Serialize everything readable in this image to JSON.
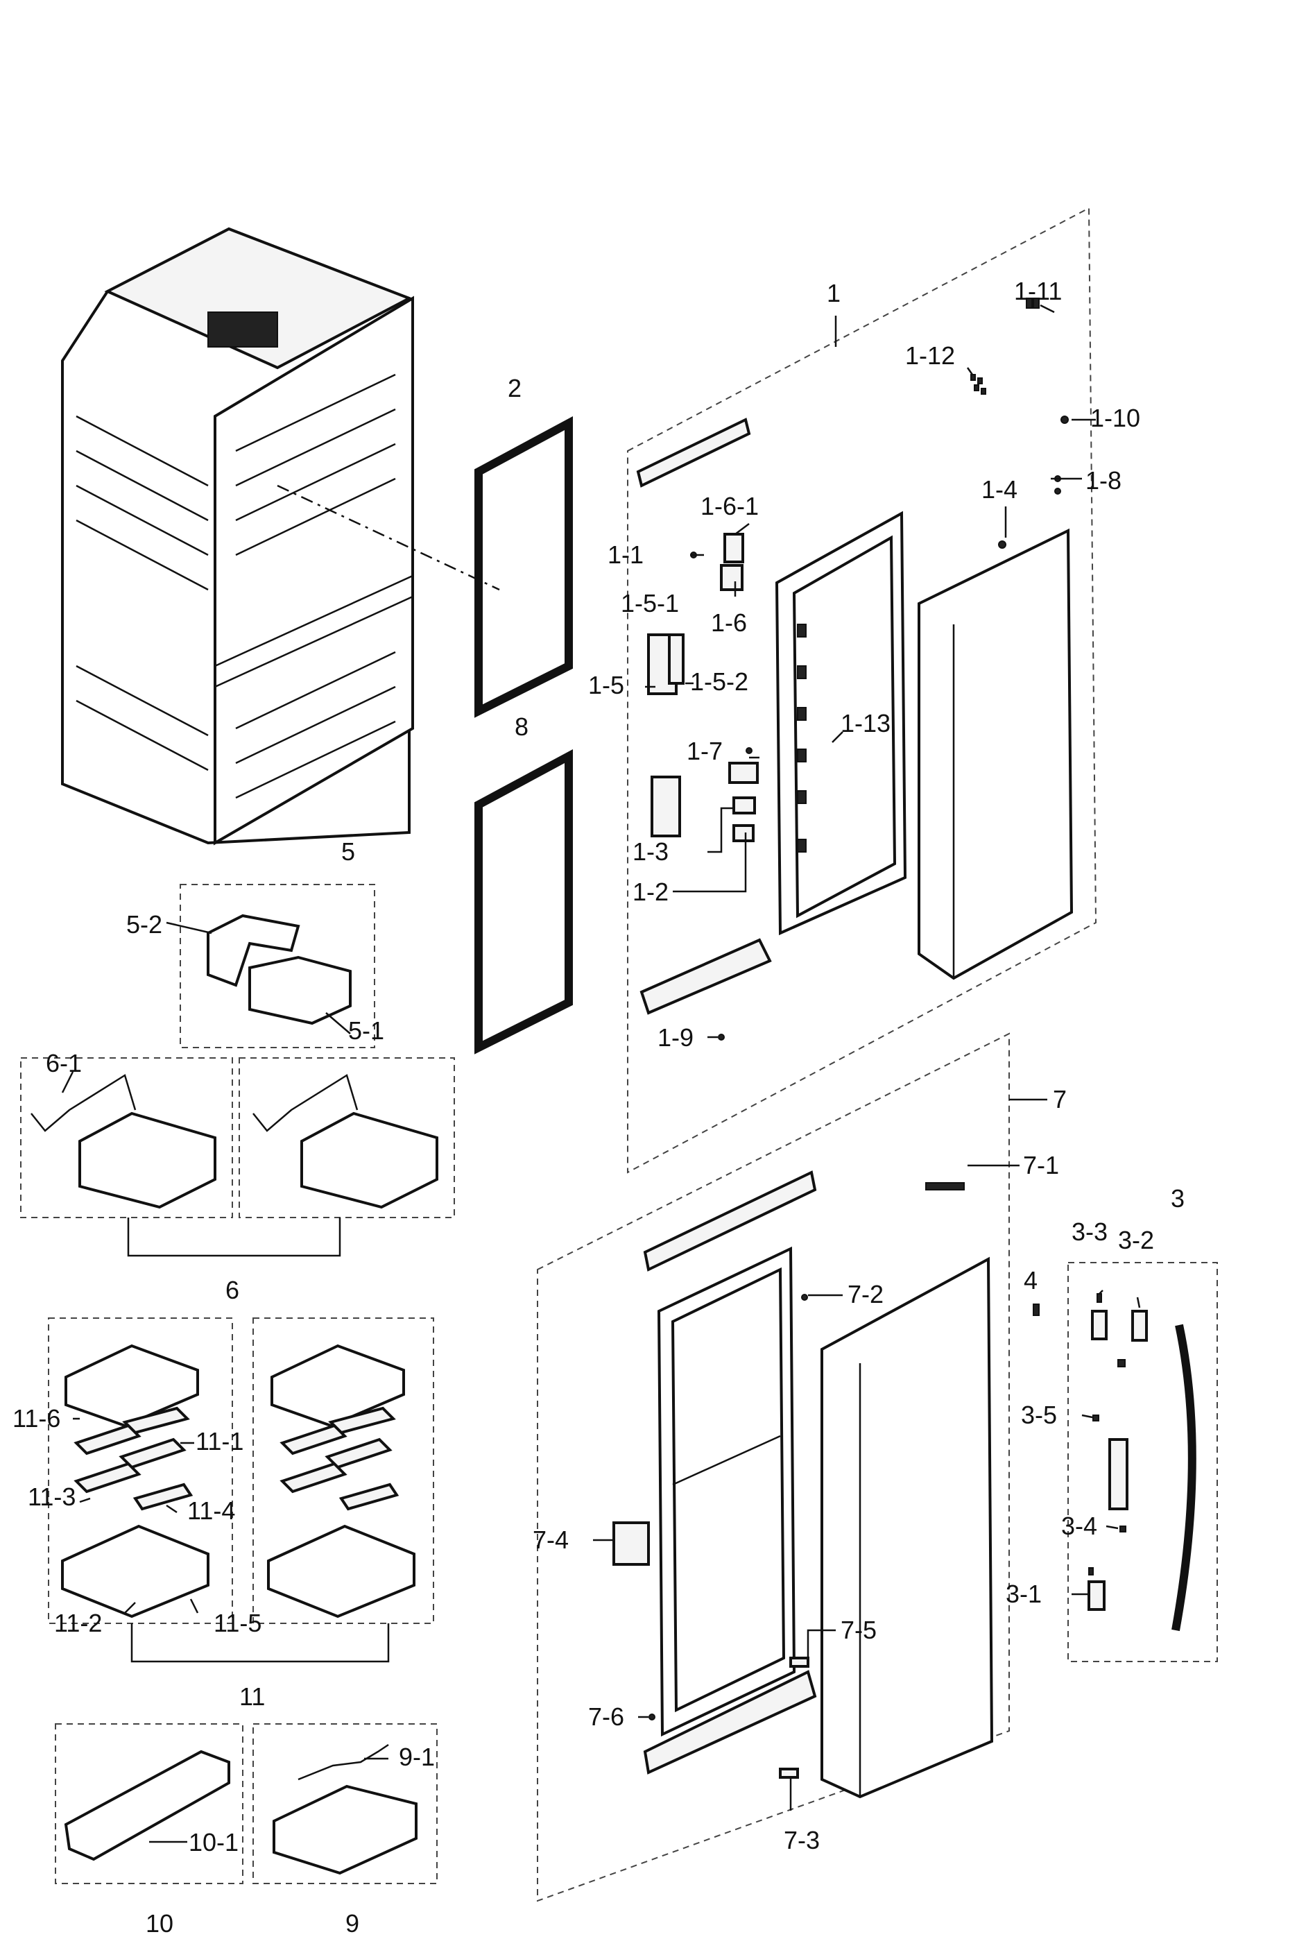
{
  "labels": {
    "p1": "1",
    "p1_1": "1-1",
    "p1_2": "1-2",
    "p1_3": "1-3",
    "p1_4": "1-4",
    "p1_5": "1-5",
    "p1_5_1": "1-5-1",
    "p1_5_2": "1-5-2",
    "p1_6": "1-6",
    "p1_6_1": "1-6-1",
    "p1_7": "1-7",
    "p1_8": "1-8",
    "p1_9": "1-9",
    "p1_10": "1-10",
    "p1_11": "1-11",
    "p1_12": "1-12",
    "p1_13": "1-13",
    "p2": "2",
    "p3": "3",
    "p3_1": "3-1",
    "p3_2": "3-2",
    "p3_3": "3-3",
    "p3_4": "3-4",
    "p3_5": "3-5",
    "p4": "4",
    "p5": "5",
    "p5_1": "5-1",
    "p5_2": "5-2",
    "p6": "6",
    "p6_1": "6-1",
    "p7": "7",
    "p7_1": "7-1",
    "p7_2": "7-2",
    "p7_3": "7-3",
    "p7_4": "7-4",
    "p7_5": "7-5",
    "p7_6": "7-6",
    "p8": "8",
    "p9": "9",
    "p9_1": "9-1",
    "p10": "10",
    "p10_1": "10-1",
    "p11": "11",
    "p11_1": "11-1",
    "p11_2": "11-2",
    "p11_3": "11-3",
    "p11_4": "11-4",
    "p11_5": "11-5",
    "p11_6": "11-6"
  }
}
